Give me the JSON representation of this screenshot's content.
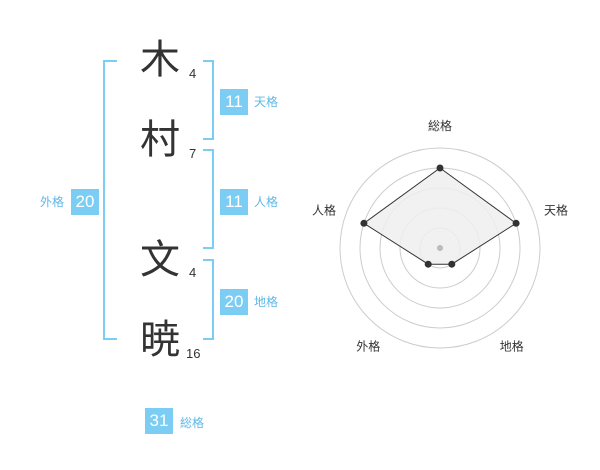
{
  "name": [
    {
      "char": "木",
      "strokes": "4"
    },
    {
      "char": "村",
      "strokes": "7"
    },
    {
      "char": "文",
      "strokes": "4"
    },
    {
      "char": "暁",
      "strokes": "16"
    }
  ],
  "kaku": {
    "tenkaku": {
      "value": "11",
      "label": "天格"
    },
    "jinkaku": {
      "value": "11",
      "label": "人格"
    },
    "chikaku": {
      "value": "20",
      "label": "地格"
    },
    "gaikaku": {
      "value": "20",
      "label": "外格"
    },
    "soukaku": {
      "value": "31",
      "label": "総格"
    }
  },
  "chart_data": {
    "type": "radar",
    "axes": [
      "総格",
      "天格",
      "地格",
      "外格",
      "人格"
    ],
    "values": [
      4,
      4,
      1,
      1,
      4
    ],
    "rmax": 5,
    "rings": 5,
    "colors": {
      "fill": "#eeeeee",
      "line": "#333333",
      "ring": "#cccccc",
      "center": "#bbbbbb"
    }
  }
}
